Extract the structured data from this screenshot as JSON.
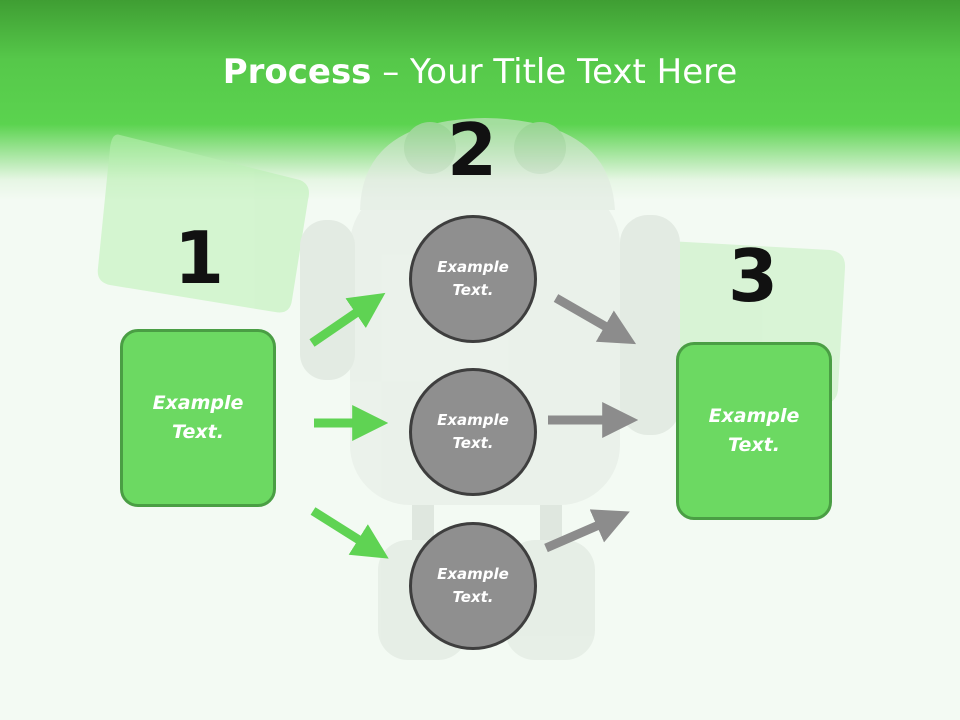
{
  "header": {
    "title_bold": "Process",
    "title_rest": " – Your Title Text Here"
  },
  "steps": {
    "step1_number": "1",
    "step2_number": "2",
    "step3_number": "3"
  },
  "left_box": {
    "text": "Example\nText."
  },
  "right_box": {
    "text": "Example\nText."
  },
  "circles": [
    {
      "text": "Example\nText."
    },
    {
      "text": "Example\nText."
    },
    {
      "text": "Example\nText."
    }
  ],
  "colors": {
    "green_box": "#6cd962",
    "green_arrow": "#5fd353",
    "gray_circle": "#8f8f8f",
    "gray_arrow": "#8c8c8c"
  }
}
